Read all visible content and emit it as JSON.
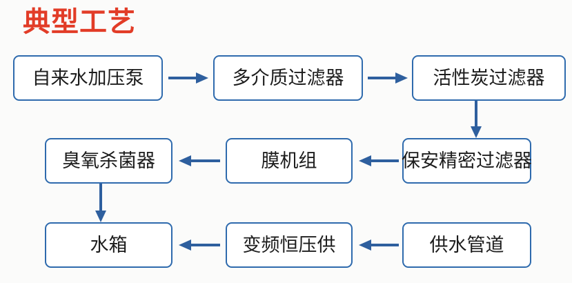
{
  "title": "典型工艺",
  "colors": {
    "title_red": "#e23c27",
    "box_border_blue": "#2e6aad",
    "arrow_blue": "#2e5f9e",
    "box_fill": "#ffffff",
    "page_background": "#fbfbfa",
    "box_text": "#1c1c1c"
  },
  "diagram": {
    "type": "flowchart",
    "nodes": [
      {
        "id": "n1",
        "label": "自来水加压泵",
        "row": 1,
        "col": 1
      },
      {
        "id": "n2",
        "label": "多介质过滤器",
        "row": 1,
        "col": 2
      },
      {
        "id": "n3",
        "label": "活性炭过滤器",
        "row": 1,
        "col": 3
      },
      {
        "id": "n4",
        "label": "保安精密过滤器",
        "row": 2,
        "col": 3
      },
      {
        "id": "n5",
        "label": "膜机组",
        "row": 2,
        "col": 2
      },
      {
        "id": "n6",
        "label": "臭氧杀菌器",
        "row": 2,
        "col": 1
      },
      {
        "id": "n7",
        "label": "水箱",
        "row": 3,
        "col": 1
      },
      {
        "id": "n8",
        "label": "变频恒压供",
        "row": 3,
        "col": 2
      },
      {
        "id": "n9",
        "label": "供水管道",
        "row": 3,
        "col": 3
      }
    ],
    "edges": [
      {
        "from": "n1",
        "to": "n2",
        "direction": "right"
      },
      {
        "from": "n2",
        "to": "n3",
        "direction": "right"
      },
      {
        "from": "n3",
        "to": "n4",
        "direction": "down"
      },
      {
        "from": "n4",
        "to": "n5",
        "direction": "left"
      },
      {
        "from": "n5",
        "to": "n6",
        "direction": "left"
      },
      {
        "from": "n6",
        "to": "n7",
        "direction": "down"
      },
      {
        "from": "n9",
        "to": "n8",
        "direction": "left"
      },
      {
        "from": "n8",
        "to": "n7",
        "direction": "left"
      }
    ]
  }
}
